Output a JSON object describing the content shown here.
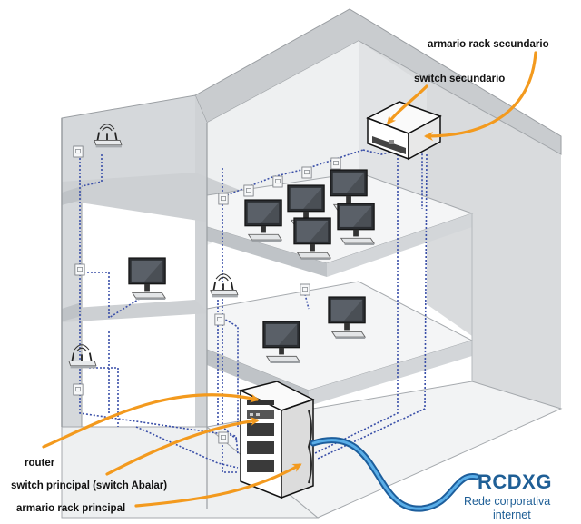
{
  "labels": {
    "rack_secondary": "armario rack secundario",
    "switch_secondary": "switch secundario",
    "router": "router",
    "switch_main": "switch principal (switch Abalar)",
    "rack_main": "armario rack principal"
  },
  "brand": {
    "title": "RCDXG",
    "subtitle_line1": "Rede corporativa",
    "subtitle_line2": "internet"
  },
  "colors": {
    "arrow": "#f39a1e",
    "cable": "#3a4fa8",
    "wall": "#c9cccf",
    "floor": "#f4f5f6",
    "brand": "#1f5f96",
    "wan_cable": "#2a7fc8"
  },
  "icons": [
    "wifi-router-icon",
    "monitor-icon",
    "wall-socket-icon",
    "rack-cabinet-icon"
  ]
}
